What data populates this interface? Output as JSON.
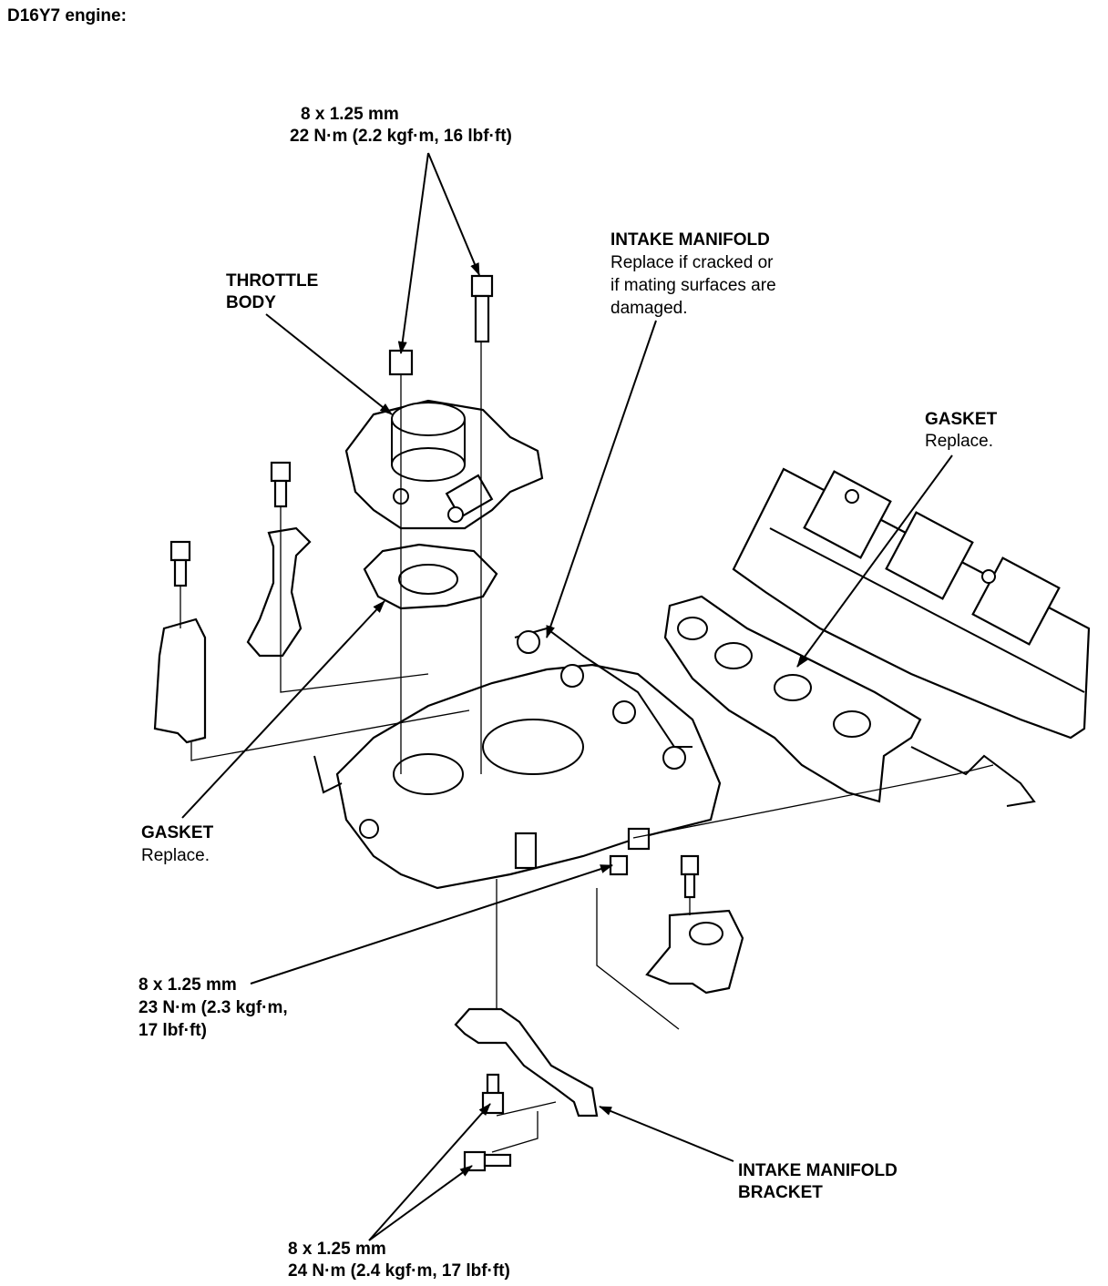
{
  "heading": "D16Y7 engine:",
  "callouts": {
    "top_bolt": {
      "size": "8 x 1.25 mm",
      "torque": "22 N·m (2.2 kgf·m, 16 lbf·ft)"
    },
    "throttle_body": {
      "line1": "THROTTLE",
      "line2": "BODY"
    },
    "intake_manifold": {
      "name": "INTAKE MANIFOLD",
      "note1": "Replace if cracked or",
      "note2": "if mating surfaces are",
      "note3": "damaged."
    },
    "gasket_head": {
      "name": "GASKET",
      "note": "Replace."
    },
    "gasket_throttle": {
      "name": "GASKET",
      "note": "Replace."
    },
    "mid_bolt": {
      "size": "8 x 1.25 mm",
      "torque1": "23 N·m (2.3 kgf·m,",
      "torque2": "17 lbf·ft)"
    },
    "bracket": {
      "line1": "INTAKE MANIFOLD",
      "line2": "BRACKET"
    },
    "bottom_bolt": {
      "size": "8 x 1.25 mm",
      "torque": "24 N·m (2.4 kgf·m, 17 lbf·ft)"
    }
  }
}
